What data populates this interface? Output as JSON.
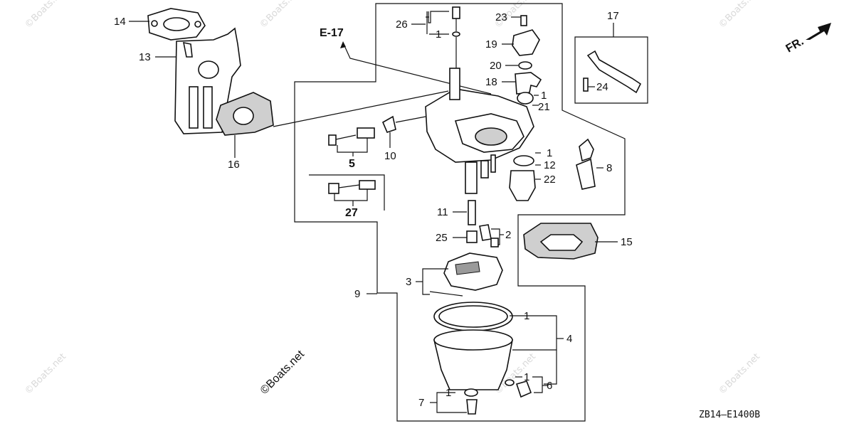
{
  "diagram": {
    "reference_label": "E-17",
    "direction_label": "FR.",
    "figure_code": "ZB14—E1400B",
    "watermark": "©Boats.net",
    "callouts": [
      {
        "id": "c1a",
        "text": "1"
      },
      {
        "id": "c1b",
        "text": "1"
      },
      {
        "id": "c1c",
        "text": "1"
      },
      {
        "id": "c1d",
        "text": "1"
      },
      {
        "id": "c1e",
        "text": "1"
      },
      {
        "id": "c1f",
        "text": "1"
      },
      {
        "id": "c2",
        "text": "2"
      },
      {
        "id": "c3",
        "text": "3"
      },
      {
        "id": "c4",
        "text": "4"
      },
      {
        "id": "c5",
        "text": "5"
      },
      {
        "id": "c6",
        "text": "6"
      },
      {
        "id": "c7",
        "text": "7"
      },
      {
        "id": "c8",
        "text": "8"
      },
      {
        "id": "c9",
        "text": "9"
      },
      {
        "id": "c10",
        "text": "10"
      },
      {
        "id": "c11",
        "text": "11"
      },
      {
        "id": "c12",
        "text": "12"
      },
      {
        "id": "c13",
        "text": "13"
      },
      {
        "id": "c14",
        "text": "14"
      },
      {
        "id": "c15",
        "text": "15"
      },
      {
        "id": "c16",
        "text": "16"
      },
      {
        "id": "c17",
        "text": "17"
      },
      {
        "id": "c18",
        "text": "18"
      },
      {
        "id": "c19",
        "text": "19"
      },
      {
        "id": "c20",
        "text": "20"
      },
      {
        "id": "c21",
        "text": "21"
      },
      {
        "id": "c22",
        "text": "22"
      },
      {
        "id": "c23",
        "text": "23"
      },
      {
        "id": "c24",
        "text": "24"
      },
      {
        "id": "c25",
        "text": "25"
      },
      {
        "id": "c26",
        "text": "26"
      },
      {
        "id": "c27",
        "text": "27"
      }
    ]
  }
}
